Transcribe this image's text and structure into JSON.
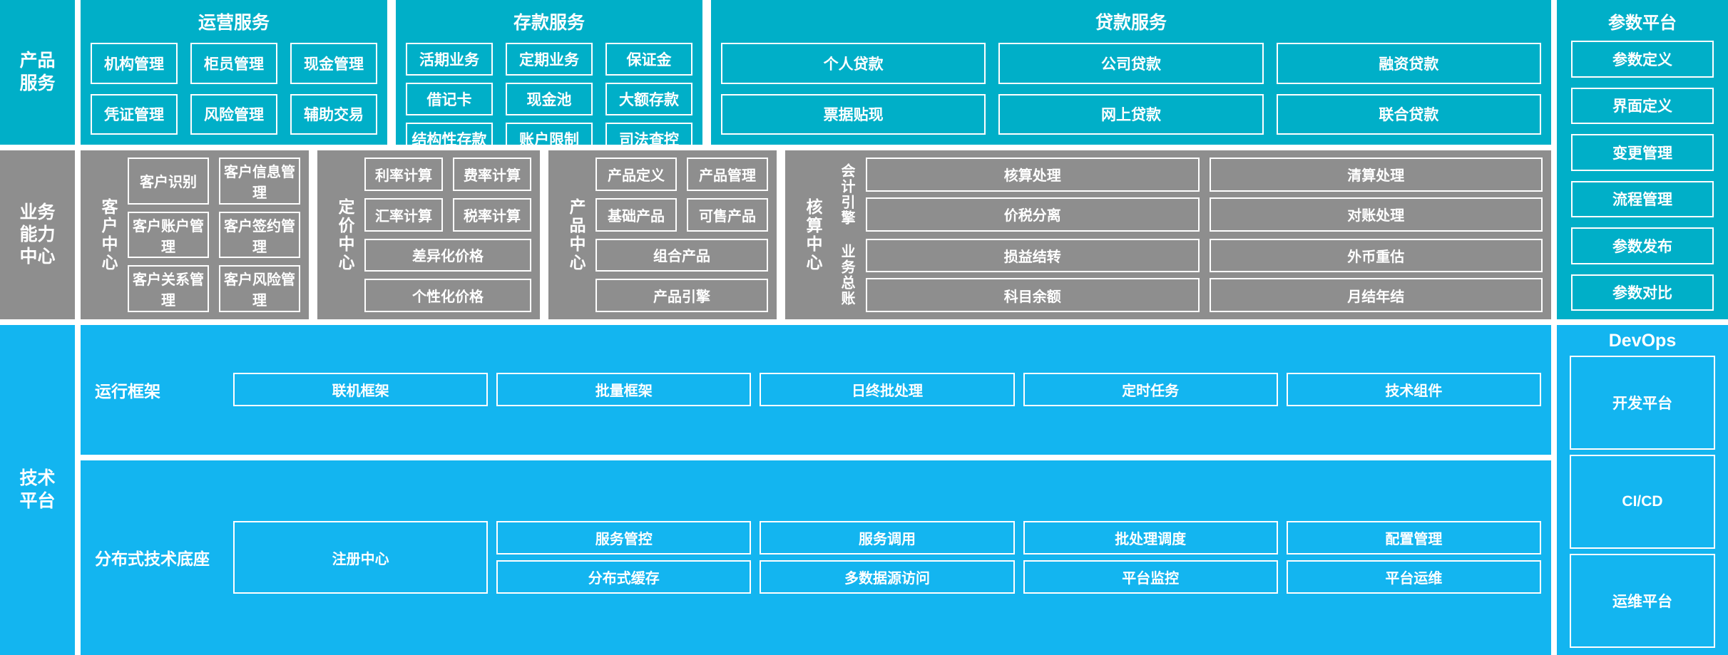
{
  "colors": {
    "cyan": "#00afc8",
    "gray": "#8e8e8e",
    "blue": "#13b5f0",
    "border": "#ffffff",
    "text": "#ffffff",
    "background": "#ffffff"
  },
  "layers": {
    "product_service": {
      "rail_label": "产品\n服务",
      "rail_line1": "产品",
      "rail_line2": "服务",
      "panels": [
        {
          "title": "运营服务",
          "items": [
            "机构管理",
            "柜员管理",
            "现金管理",
            "凭证管理",
            "风险管理",
            "辅助交易"
          ]
        },
        {
          "title": "存款服务",
          "items": [
            "活期业务",
            "定期业务",
            "保证金",
            "借记卡",
            "现金池",
            "大额存款",
            "结构性存款",
            "账户限制",
            "司法查控"
          ]
        },
        {
          "title": "贷款服务",
          "items": [
            "个人贷款",
            "公司贷款",
            "融资贷款",
            "票据贴现",
            "网上贷款",
            "联合贷款"
          ]
        }
      ]
    },
    "business_capability": {
      "rail_line1": "业务",
      "rail_line2": "能力",
      "rail_line3": "中心",
      "centers": [
        {
          "name": "客户中心",
          "rows": [
            [
              "客户识别",
              "客户信息管理"
            ],
            [
              "客户账户管理",
              "客户签约管理"
            ],
            [
              "客户关系管理",
              "客户风险管理"
            ]
          ]
        },
        {
          "name": "定价中心",
          "rows": [
            [
              "利率计算",
              "费率计算"
            ],
            [
              "汇率计算",
              "税率计算"
            ],
            [
              "差异化价格"
            ],
            [
              "个性化价格"
            ]
          ]
        },
        {
          "name": "产品中心",
          "rows": [
            [
              "产品定义",
              "产品管理"
            ],
            [
              "基础产品",
              "可售产品"
            ],
            [
              "组合产品"
            ],
            [
              "产品引擎"
            ]
          ]
        },
        {
          "name": "核算中心",
          "subgroups": [
            {
              "name": "会计引擎",
              "rows": [
                [
                  "核算处理",
                  "清算处理"
                ],
                [
                  "价税分离",
                  "对账处理"
                ]
              ]
            },
            {
              "name": "业务总账",
              "rows": [
                [
                  "损益结转",
                  "外币重估"
                ],
                [
                  "科目余额",
                  "月结年结"
                ]
              ]
            }
          ]
        }
      ]
    },
    "technical_platform": {
      "rail_line1": "技术",
      "rail_line2": "平台",
      "rows": [
        {
          "label": "运行框架",
          "items": [
            "联机框架",
            "批量框架",
            "日终批处理",
            "定时任务",
            "技术组件"
          ]
        },
        {
          "label": "分布式技术底座",
          "primary": "注册中心",
          "items": [
            "服务管控",
            "服务调用",
            "批处理调度",
            "配置管理",
            "分布式缓存",
            "多数据源访问",
            "平台监控",
            "平台运维"
          ]
        }
      ]
    }
  },
  "side_panels": {
    "parameter_platform": {
      "title": "参数平台",
      "items": [
        "参数定义",
        "界面定义",
        "变更管理",
        "流程管理",
        "参数发布",
        "参数对比"
      ]
    },
    "devops": {
      "title": "DevOps",
      "items": [
        "开发平台",
        "CI/CD",
        "运维平台"
      ]
    }
  }
}
